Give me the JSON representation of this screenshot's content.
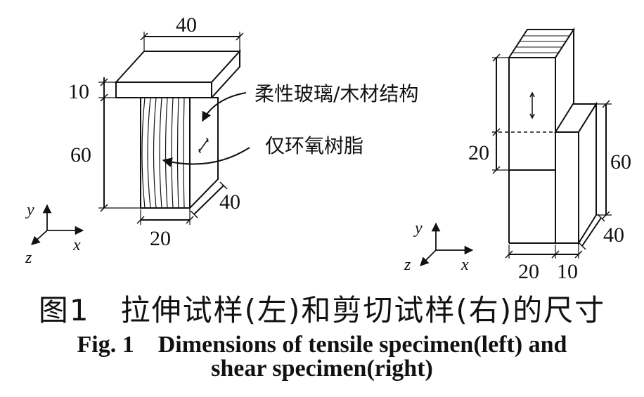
{
  "left": {
    "dims": {
      "width_top": "40",
      "cap_height": "10",
      "body_height": "60",
      "depth": "40",
      "body_width": "20"
    },
    "callouts": {
      "flexible": "柔性玻璃/木材结构",
      "epoxy": "仅环氧树脂"
    }
  },
  "right": {
    "dims": {
      "overlap": "20",
      "height": "60",
      "depth": "40",
      "width_a": "20",
      "width_b": "10"
    }
  },
  "axes": {
    "x": "x",
    "y": "y",
    "z": "z"
  },
  "caption": {
    "cn": "图1　拉伸试样(左)和剪切试样(右)的尺寸",
    "en_line1": "Fig. 1　Dimensions of tensile specimen(left) and",
    "en_line2": "shear specimen(right)"
  }
}
